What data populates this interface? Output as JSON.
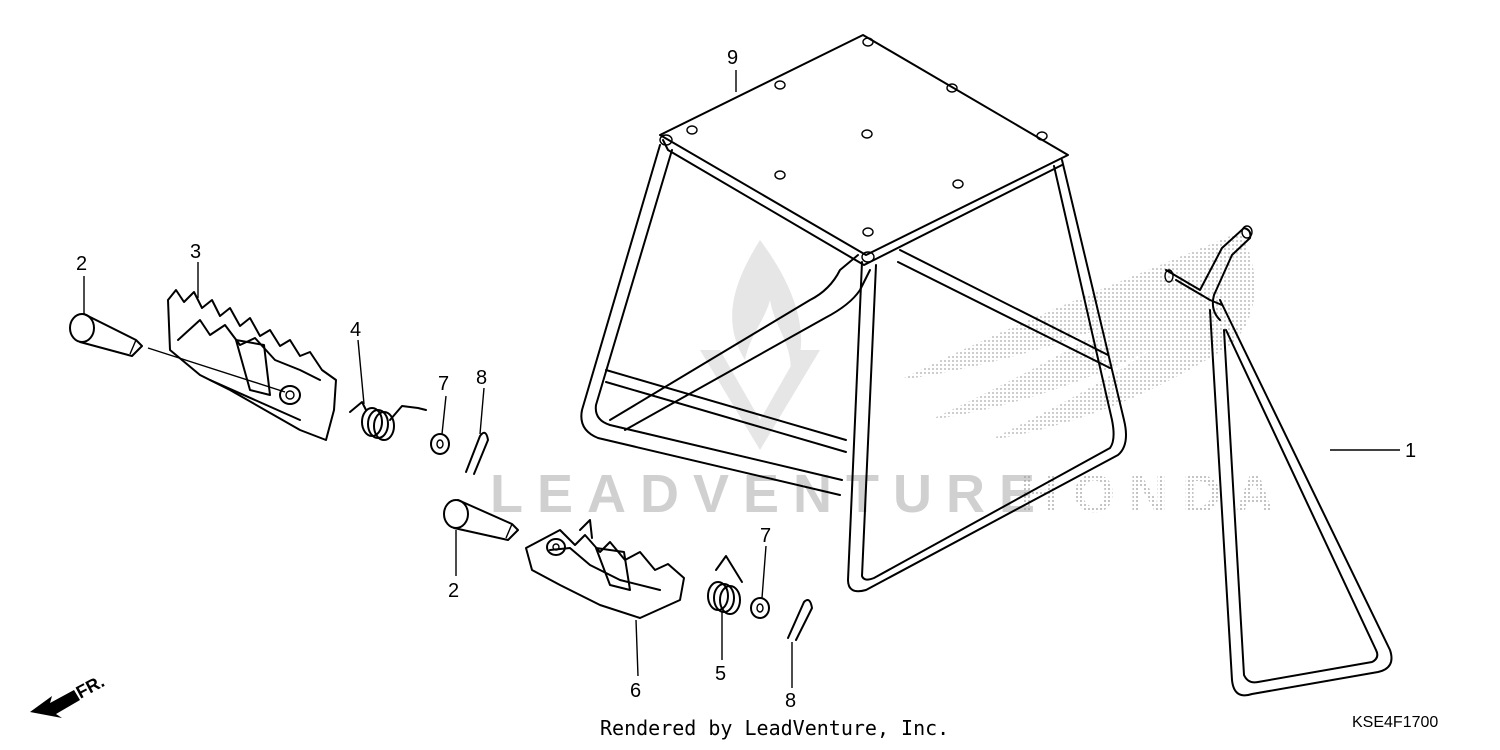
{
  "diagram": {
    "callouts": [
      "9",
      "2",
      "3",
      "4",
      "7",
      "8",
      "1",
      "2",
      "7",
      "6",
      "5",
      "8"
    ],
    "direction_label": "FR.",
    "watermark_text": "LEADVENTURE",
    "watermark_brand": "HONDA",
    "footer_text": "Rendered by LeadVenture, Inc.",
    "diagram_code": "KSE4F1700"
  }
}
